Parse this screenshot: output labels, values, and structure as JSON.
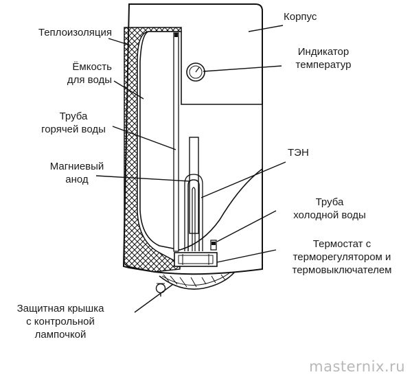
{
  "labels": {
    "insulation": "Теплоизоляция",
    "tank_1": "Ёмкость",
    "tank_2": "для воды",
    "hot_pipe_1": "Труба",
    "hot_pipe_2": "горячей воды",
    "anode_1": "Магниевый",
    "anode_2": "анод",
    "cover_1": "Защитная крышка",
    "cover_2": "с контрольной",
    "cover_3": "лампочкой",
    "body": "Корпус",
    "indicator_1": "Индикатор",
    "indicator_2": "температур",
    "heater": "ТЭН",
    "cold_pipe_1": "Труба",
    "cold_pipe_2": "холодной воды",
    "thermostat_1": "Термостат с",
    "thermostat_2": "терморегулятором и",
    "thermostat_3": "термовыключателем"
  },
  "watermark": "masternix.ru"
}
